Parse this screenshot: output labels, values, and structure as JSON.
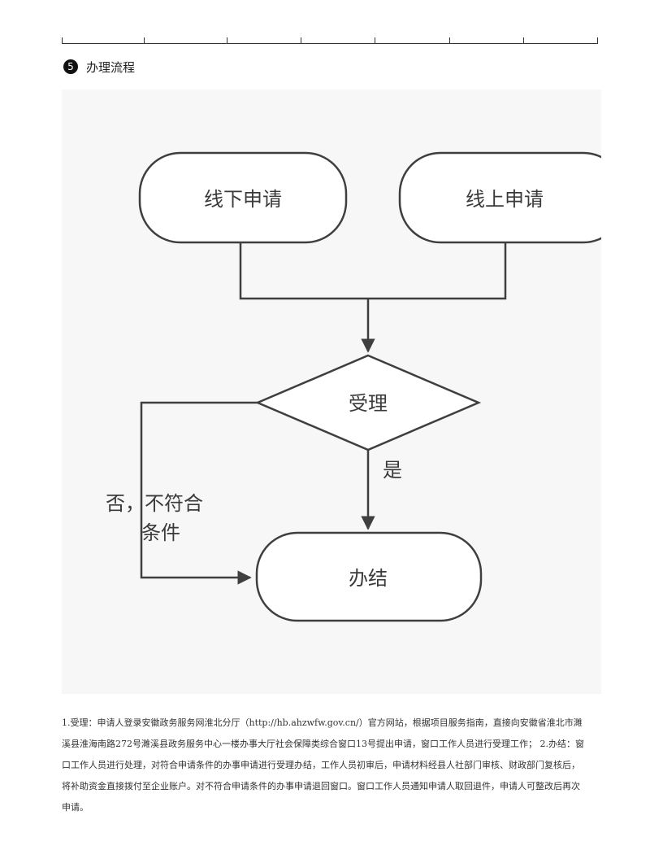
{
  "section": {
    "number": "5",
    "title": "办理流程"
  },
  "flowchart": {
    "nodes": {
      "offline": "线下申请",
      "online": "线上申请",
      "accept": "受理",
      "finish": "办结"
    },
    "edges": {
      "yes": "是",
      "no_line1": "否，不符合",
      "no_line2": "条件"
    }
  },
  "description": {
    "lines": [
      "1.受理：申请人登录安徽政务服务网淮北分厅（http://hb.ahzwfw.gov.cn/）官方网站，根据项目服务指南，直接向安徽省淮北市濉",
      "溪县淮海南路272号濉溪县政务服务中心一楼办事大厅社会保障类综合窗口13号提出申请，窗口工作人员进行受理工作； 2.办结：窗",
      "口工作人员进行处理，对符合申请条件的办事申请进行受理办结，工作人员初审后，申请材料经县人社部门审核、财政部门复核后，",
      "将补助资金直接拨付至企业账户。对不符合申请条件的办事申请退回窗口。窗口工作人员通知申请人取回退件，申请人可整改后再次",
      "申请。"
    ]
  }
}
